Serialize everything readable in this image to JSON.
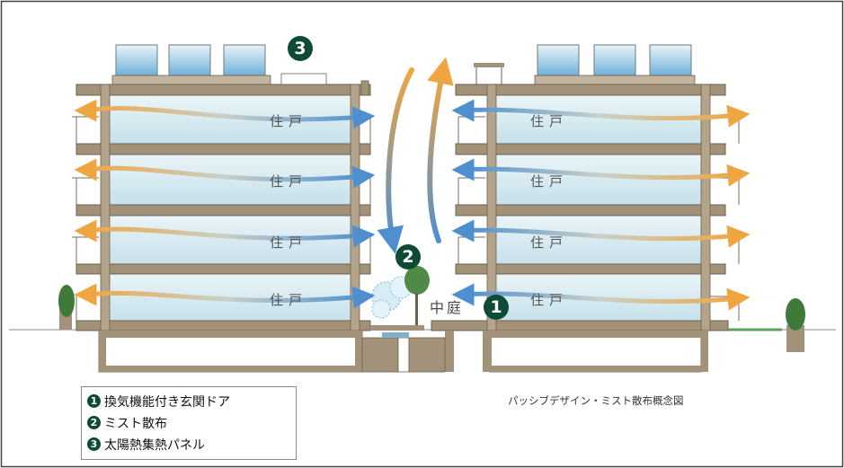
{
  "diagram": {
    "unit_label": "住戸",
    "courtyard_label": "中庭",
    "caption": "パッシブデザイン・ミスト散布概念図",
    "markers": [
      "1",
      "2",
      "3"
    ],
    "legend": [
      {
        "num": "1",
        "text": "換気機能付き玄関ドア"
      },
      {
        "num": "2",
        "text": "ミスト散布"
      },
      {
        "num": "3",
        "text": "太陽熱集熱パネル"
      }
    ],
    "colors": {
      "structure": "#a3927a",
      "glass": "#cfe6ee",
      "warm_arrow": "#f0a640",
      "cool_arrow": "#4e8fd0",
      "badge": "#0f4a35",
      "plant": "#3f7a3a"
    }
  }
}
